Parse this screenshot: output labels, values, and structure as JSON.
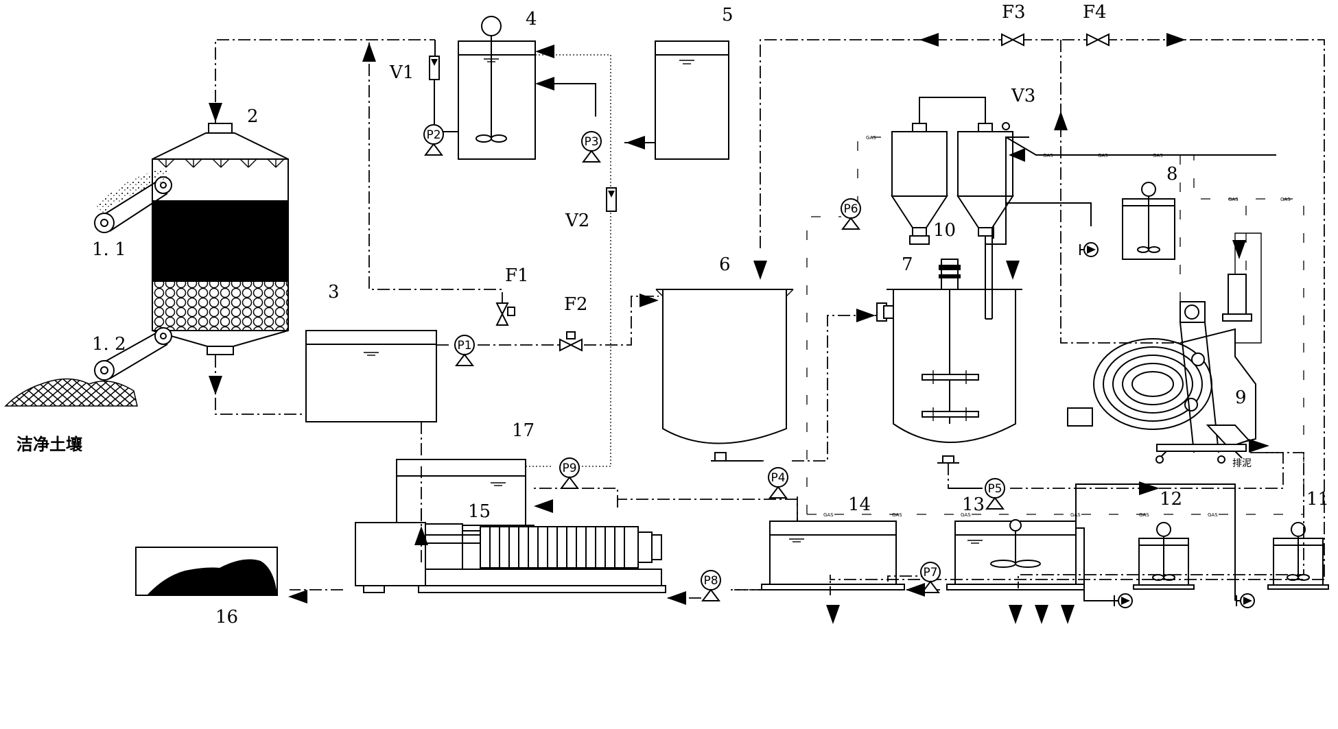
{
  "labels": {
    "u1_1": "1. 1",
    "u1_2": "1. 2",
    "u2": "2",
    "u3": "3",
    "u4": "4",
    "u5": "5",
    "u6": "6",
    "u7": "7",
    "u8": "8",
    "u9": "9",
    "u10": "10",
    "u11": "11",
    "u12": "12",
    "u13": "13",
    "u14": "14",
    "u15": "15",
    "u16": "16",
    "u17": "17",
    "clean_soil": "洁净土壤",
    "discharge_sludge": "排泥"
  },
  "pumps": {
    "p1": "P1",
    "p2": "P2",
    "p3": "P3",
    "p4": "P4",
    "p5": "P5",
    "p6": "P6",
    "p7": "P7",
    "p8": "P8",
    "p9": "P9"
  },
  "valves": {
    "v1": "V1",
    "v2": "V2",
    "v3": "V3",
    "f1": "F1",
    "f2": "F2",
    "f3": "F3",
    "f4": "F4"
  },
  "gas_text": "GAS"
}
